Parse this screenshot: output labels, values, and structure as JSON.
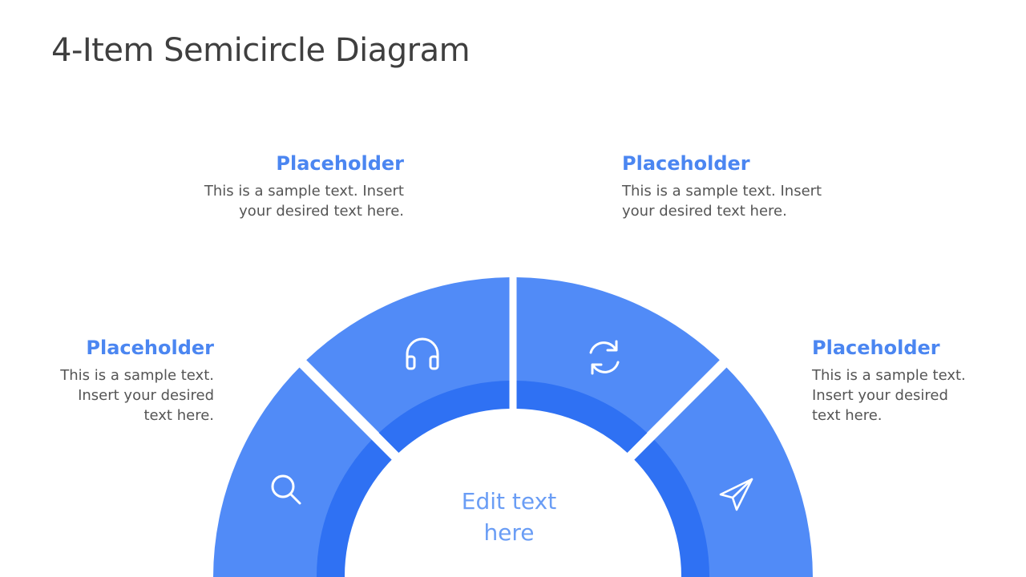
{
  "slide": {
    "title": "4-Item Semicircle Diagram"
  },
  "items": [
    {
      "heading": "Placeholder",
      "body_line1": "This is a sample text.",
      "body_line2": "Insert your desired",
      "body_line3": "text here.",
      "icon": "search-icon"
    },
    {
      "heading": "Placeholder",
      "body_line1": "This is a sample text. Insert",
      "body_line2": "your desired text here.",
      "icon": "headphones-icon"
    },
    {
      "heading": "Placeholder",
      "body_line1": "This is a sample text. Insert",
      "body_line2": "your desired text here.",
      "icon": "refresh-icon"
    },
    {
      "heading": "Placeholder",
      "body_line1": "This is a sample text.",
      "body_line2": "Insert your desired",
      "body_line3": "text here.",
      "icon": "send-icon"
    }
  ],
  "center": {
    "line1": "Edit text",
    "line2": "here"
  },
  "colors": {
    "outer": "#518bf7",
    "inner": "#2f71f3",
    "heading": "#4b86f1",
    "center_text": "#6a9df5"
  }
}
